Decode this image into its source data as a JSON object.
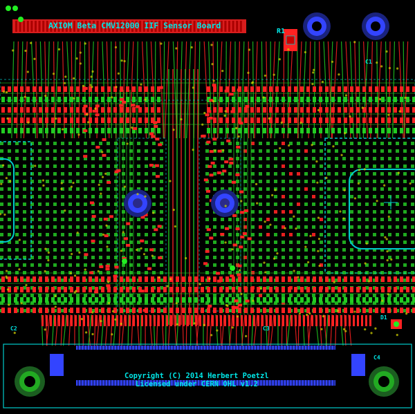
{
  "board": {
    "title": "AXIOM Beta CMV12000 IIF Sensor Board",
    "copyright": "Copyright (C) 2014 Herbert Poetzl",
    "license": "Licensed under CERN OHL v1.2"
  },
  "refdes": [
    "R1",
    "C1",
    "C2",
    "C3",
    "C4",
    "D1"
  ],
  "colors": {
    "background": "#000000",
    "copper_top": "#ff2222",
    "copper_bottom": "#22cc22",
    "silkscreen": "#00cccc",
    "via_fill": "#cccc00",
    "mounting_hole": "#2233aa",
    "pad_blue": "#3344ff",
    "grid_pad": "#22bb22"
  }
}
